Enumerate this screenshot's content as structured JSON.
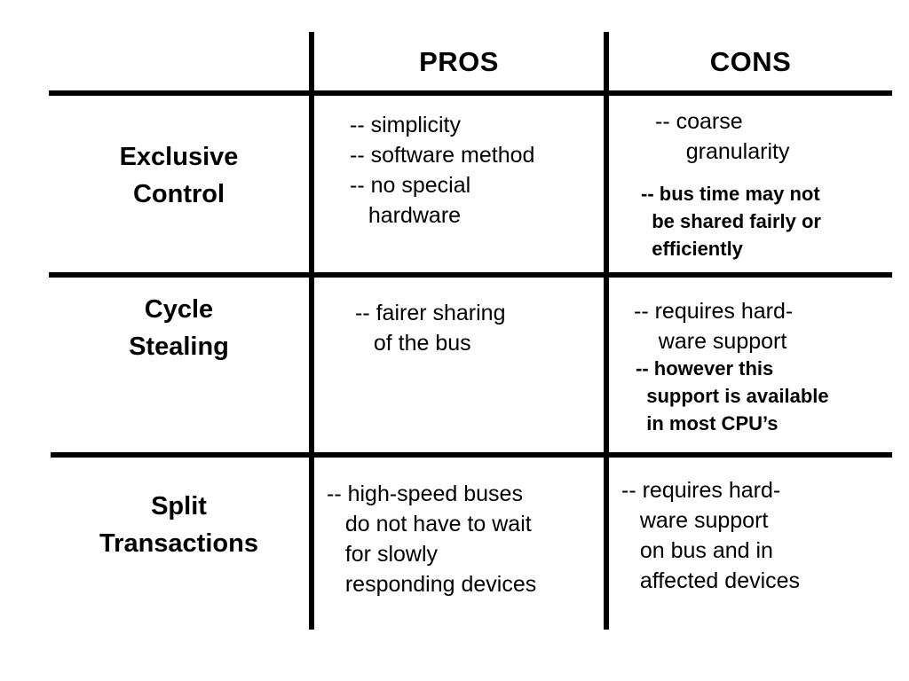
{
  "table": {
    "headers": {
      "pros": "PROS",
      "cons": "CONS"
    },
    "rows": [
      {
        "label": [
          "Exclusive",
          "Control"
        ],
        "pros": [
          "-- simplicity",
          "-- software method",
          "-- no special",
          "   hardware"
        ],
        "cons_normal": [
          "-- coarse",
          "     granularity"
        ],
        "cons_bold": [
          "-- bus time may not",
          "  be shared fairly or",
          "  efficiently"
        ]
      },
      {
        "label": [
          "Cycle",
          "Stealing"
        ],
        "pros": [
          "-- fairer sharing",
          "   of the bus"
        ],
        "cons_normal": [
          "-- requires hard-",
          "    ware support"
        ],
        "cons_bold": [
          "-- however this",
          "  support is available",
          "  in most CPU’s"
        ]
      },
      {
        "label": [
          "Split",
          "Transactions"
        ],
        "pros": [
          "-- high-speed buses",
          "   do not have to wait",
          "   for slowly",
          "   responding devices"
        ],
        "cons_normal": [
          "-- requires hard-",
          "   ware support",
          "   on bus and in",
          "   affected devices"
        ],
        "cons_bold": []
      }
    ]
  }
}
